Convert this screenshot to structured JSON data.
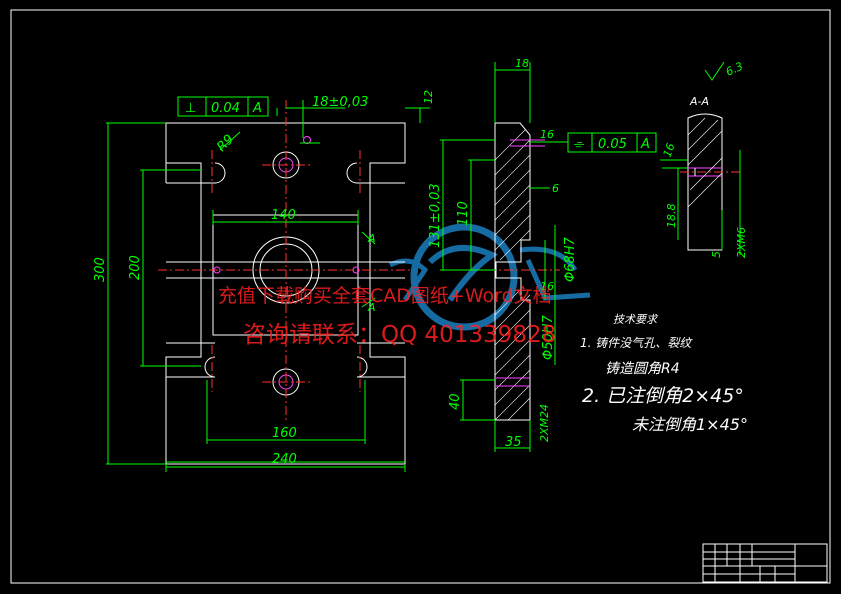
{
  "drawing": {
    "front_view": {
      "perpendicularity_symbol": "⊥",
      "perpendicularity_value": "0.04",
      "perpendicularity_datum": "A",
      "dim_top": "18±0,03",
      "dim_12": "12",
      "dim_radius": "R9",
      "dim_140": "140",
      "dim_300": "300",
      "dim_200": "200",
      "dim_160": "160",
      "dim_240": "240",
      "section_mark_upper": "A",
      "section_mark_lower": "A"
    },
    "side_view": {
      "dim_18": "18",
      "dim_16a": "16",
      "dim_6": "6",
      "dim_110": "110",
      "dim_131": "131±0,03",
      "dim_68": "Φ68H7",
      "dim_50": "Φ50H7",
      "dim_16b": "16",
      "dim_40": "40",
      "dim_35": "35",
      "dim_m24": "2XM24",
      "flatness_symbol": "⌯",
      "flatness_value": "0.05",
      "flatness_datum": "A"
    },
    "section_view": {
      "title": "A-A",
      "roughness": "6.3",
      "dim_16": "16",
      "dim_18": "18.8",
      "dim_5": "5",
      "dim_m6": "2XM6"
    },
    "technical_requirements": {
      "heading": "技术要求",
      "item1": "1. 铸件没气孔、裂纹",
      "item1b": "铸造圆角R4",
      "item2": "2. 已注倒角2×45°",
      "item3": "未注倒角1×45°"
    },
    "watermark": {
      "line1": "充值下载购买全套CAD图纸+Word文档",
      "line2": "咨询请联系：QQ 401339828"
    },
    "colors": {
      "dimension": "#00ff00",
      "outline": "#ffffff",
      "centerline": "#ff3030",
      "thread": "#ff44ff",
      "watermark": "#ff2020",
      "logo": "#1e8fd8"
    }
  }
}
